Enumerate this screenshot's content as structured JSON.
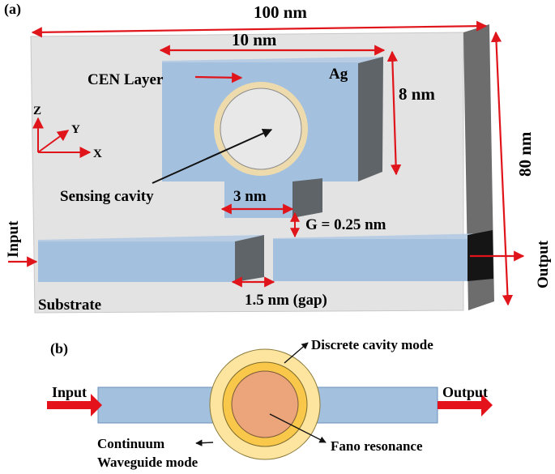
{
  "panel_a": {
    "tag": "(a)",
    "dim_total_width": "100 nm",
    "dim_total_height": "80 nm",
    "dim_ag_width": "10 nm",
    "dim_ag_height": "8 nm",
    "dim_stub_width": "3 nm",
    "dim_coupling_gap": "G = 0.25 nm",
    "dim_waveguide_gap": "1.5 nm (gap)",
    "label_cen_layer": "CEN Layer",
    "label_ag": "Ag",
    "label_sensing_cavity": "Sensing cavity",
    "label_substrate": "Substrate",
    "label_input": "Input",
    "label_output": "Output",
    "axis_z": "Z",
    "axis_y": "Y",
    "axis_x": "X"
  },
  "panel_b": {
    "tag": "(b)",
    "label_input": "Input",
    "label_output": "Output",
    "label_discrete": "Discrete cavity mode",
    "label_fano": "Fano resonance",
    "label_continuum_1": "Continuum",
    "label_continuum_2": "Waveguide mode"
  },
  "colors": {
    "substrate_top": "#e3e3e3",
    "substrate_side": "#6d6d6d",
    "metal_blue": "#a3c0de",
    "metal_side": "#5f6468",
    "dimension_red": "#e0141b",
    "arrow_black": "#111111",
    "cen_ring": "#eddbae",
    "mode_outer": "#fde5a0",
    "mode_middle": "#f9c84a",
    "mode_inner": "#eca57a"
  }
}
